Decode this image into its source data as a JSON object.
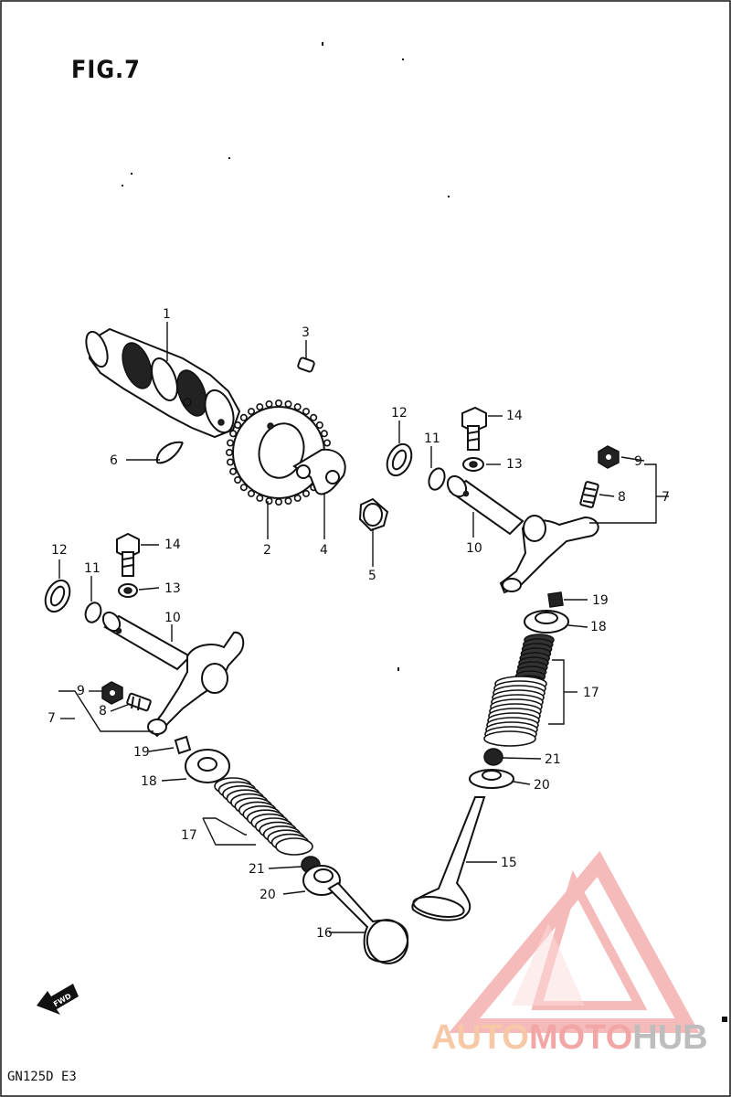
{
  "figure": {
    "title": "FIG.7",
    "model": "GN125D  E3"
  },
  "watermark": {
    "part_a": "AUTO",
    "part_b": "MOTO",
    "part_c": "HUB",
    "colors": {
      "triangle": "#f2a4a4",
      "auto": "#f6c8a6",
      "moto": "#f3a6a6",
      "hub": "#bdbdbd"
    }
  },
  "fwd_label": "FWD",
  "callouts": [
    "1",
    "2",
    "3",
    "4",
    "5",
    "6",
    "7",
    "8",
    "9",
    "10",
    "11",
    "12",
    "13",
    "14",
    "7",
    "8",
    "9",
    "10",
    "11",
    "12",
    "13",
    "14",
    "15",
    "16",
    "17",
    "18",
    "19",
    "20",
    "21",
    "17",
    "18",
    "19",
    "20",
    "21"
  ]
}
